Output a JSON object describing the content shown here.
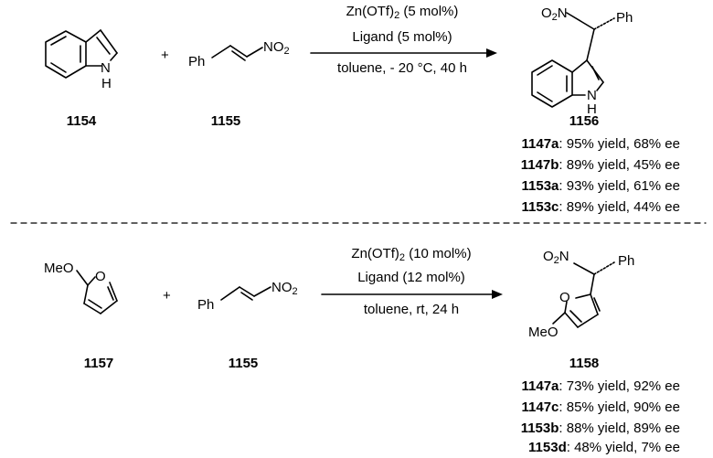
{
  "reaction1": {
    "reactant_a": {
      "id": "1154",
      "nh_label": "N",
      "h_label": "H"
    },
    "plus": "+",
    "reactant_b": {
      "id": "1155",
      "ph_label": "Ph",
      "no2_label": "NO",
      "no2_sub": "2"
    },
    "conditions": {
      "line1_main": "Zn(OTf)",
      "line1_sub": "2",
      "line1_tail": " (5 mol%)",
      "line2": "Ligand (5 mol%)",
      "line3": "toluene, - 20 °C, 40 h"
    },
    "product": {
      "id": "1156",
      "o2n_o": "O",
      "o2n_sub": "2",
      "o2n_n": "N",
      "ph_label": "Ph",
      "nh_label": "N",
      "h_label": "H"
    },
    "results": [
      {
        "ligand": "1147a",
        "text": ": 95% yield, 68% ee"
      },
      {
        "ligand": "1147b",
        "text": ": 89% yield, 45% ee"
      },
      {
        "ligand": "1153a",
        "text": ": 93% yield, 61% ee"
      },
      {
        "ligand": "1153c",
        "text": ": 89% yield, 44% ee"
      }
    ]
  },
  "reaction2": {
    "reactant_a": {
      "id": "1157",
      "meo_label": "MeO",
      "o_label": "O"
    },
    "plus": "+",
    "reactant_b": {
      "id": "1155",
      "ph_label": "Ph",
      "no2_label": "NO",
      "no2_sub": "2"
    },
    "conditions": {
      "line1_main": "Zn(OTf)",
      "line1_sub": "2",
      "line1_tail": " (10 mol%)",
      "line2": "Ligand (12 mol%)",
      "line3": "toluene, rt, 24 h"
    },
    "product": {
      "id": "1158",
      "o2n_o": "O",
      "o2n_sub": "2",
      "o2n_n": "N",
      "ph_label": "Ph",
      "o_label": "O",
      "meo_label": "MeO"
    },
    "results": [
      {
        "ligand": "1147a",
        "text": ": 73% yield, 92% ee"
      },
      {
        "ligand": "1147c",
        "text": ": 85% yield, 90% ee"
      },
      {
        "ligand": "1153b",
        "text": ": 88% yield, 89% ee"
      },
      {
        "ligand": "1153d",
        "text": ": 48% yield, 7% ee"
      }
    ]
  }
}
